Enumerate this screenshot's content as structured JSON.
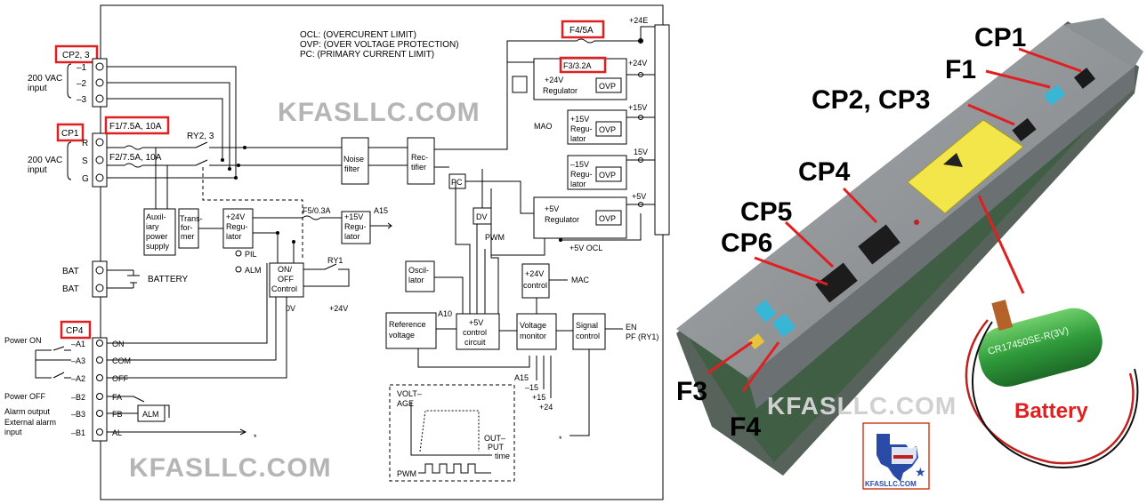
{
  "diagram": {
    "legend": {
      "ocl": "OCL:  (OVERCURENT LIMIT)",
      "ovp": "OVP:  (OVER VOLTAGE PROTECTION)",
      "pc": "PC:     (PRIMARY CURRENT LIMIT)"
    },
    "watermark": "KFASLLC.COM",
    "connectors": {
      "cp23": "CP2, 3",
      "cp1": "CP1",
      "cp4": "CP4",
      "f1": "F1/7.5A, 10A",
      "f2": "F2/7.5A, 10A",
      "f4": "F4/5A",
      "f3": "F3/3.2A",
      "f5": "F5/0.3A"
    },
    "inputs": {
      "vac200a": "200 VAC",
      "input_a": "input",
      "vac200b": "200 VAC",
      "input_b": "input",
      "p1": "–1",
      "p2": "–2",
      "p3": "–3",
      "r": "R",
      "s": "S",
      "g": "G",
      "bat1": "BAT",
      "bat2": "BAT",
      "battery": "BATTERY"
    },
    "switch_labels": {
      "power_on": "Power ON",
      "power_off": "Power OFF",
      "alarm_output": "Alarm output",
      "external_alarm": "External alarm",
      "input": "input",
      "a1": "–A1",
      "a3": "–A3",
      "a2": "–A2",
      "b2": "–B2",
      "b3": "–B3",
      "b1": "–B1",
      "on": "ON",
      "com": "COM",
      "off": "OFF",
      "fa": "FA",
      "fb": "FB",
      "al": "AL",
      "alm": "ALM"
    },
    "blocks": {
      "noise1": "Noise",
      "noise2": "filter",
      "rect1": "Rec-",
      "rect2": "tifier",
      "pc": "PC",
      "dv": "DV",
      "pwm": "PWM",
      "aux1": "Auxil-",
      "aux2": "iary",
      "aux3": "power",
      "aux4": "supply",
      "trans1": "Trans-",
      "trans2": "for-",
      "trans3": "mer",
      "reg24_1": "+24V",
      "reg24_2": "Regu-",
      "reg24_3": "lator",
      "reg15a_1": "+15V",
      "reg15a_2": "Regu-",
      "reg15a_3": "lator",
      "onoff1": "ON/",
      "onoff2": "OFF",
      "onoff3": "Control",
      "osc1": "Oscil-",
      "osc2": "lator",
      "ref1": "Reference",
      "ref2": "voltage",
      "ctl1": "+5V",
      "ctl2": "control",
      "ctl3": "circuit",
      "mon1": "Voltage",
      "mon2": "monitor",
      "sig1": "Signal",
      "sig2": "control",
      "c24_1": "+24V",
      "c24_2": "control",
      "r24_1": "+24V",
      "r24_2": "Regulator",
      "r15_1": "+15V",
      "r15_2": "Regu-",
      "r15_3": "lator",
      "rm15_1": "–15V",
      "rm15_2": "Regu-",
      "rm15_3": "lator",
      "r5_1": "+5V",
      "r5_2": "Regulator",
      "ovp": "OVP"
    },
    "signals": {
      "ry23": "RY2, 3",
      "ry1": "RY1",
      "a15a": "A15",
      "a15b": "A15",
      "a10": "A10",
      "pil": "PIL",
      "alm": "ALM",
      "zero_v": "0V",
      "p24v": "+24V",
      "mac": "MAC",
      "mao": "MAO",
      "en": "EN",
      "pf": "PF (RY1)",
      "m15": "–15",
      "p15": "+15",
      "p24": "+24",
      "plus24e": "+24E",
      "plus24v": "+24V",
      "plus15v": "+15V",
      "v15": "15V",
      "plus5v": "+5V",
      "ocl5": "+5V OCL",
      "star1": "*",
      "star2": "*"
    },
    "waveform": {
      "volt": "VOLT–",
      "age": "AGE",
      "out": "OUT–",
      "put": "PUT",
      "time": "time",
      "pwm": "PWM"
    }
  },
  "photo": {
    "callouts": {
      "cp1": "CP1",
      "f1": "F1",
      "cp23": "CP2, CP3",
      "cp4": "CP4",
      "cp5": "CP5",
      "cp6": "CP6",
      "f3": "F3",
      "f4": "F4",
      "battery": "Battery"
    },
    "watermark": "KFASLLC.COM",
    "logo_text": "KFASLLC.COM",
    "battery_label": "CR17450SE-R(3V)",
    "colors": {
      "callout_red": "#e02020",
      "board_gray": "#8f9396",
      "pcb_green": "#3f5e44",
      "fuse_blue": "#38b6d6",
      "warning_yellow": "#f2e64a",
      "battery_green": "#2f9a3a"
    }
  }
}
